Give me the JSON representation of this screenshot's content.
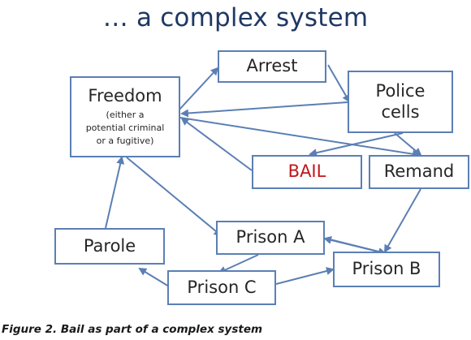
{
  "title": "… a complex system",
  "nodes": {
    "freedom": {
      "label": "Freedom",
      "sub": [
        "(either a",
        "potential criminal",
        "or a fugitive)"
      ]
    },
    "arrest": {
      "label": "Arrest"
    },
    "police": {
      "label": [
        "Police",
        "cells"
      ]
    },
    "bail": {
      "label": "BAIL"
    },
    "remand": {
      "label": "Remand"
    },
    "parole": {
      "label": "Parole"
    },
    "prison_a": {
      "label": "Prison A"
    },
    "prison_b": {
      "label": "Prison B"
    },
    "prison_c": {
      "label": "Prison C"
    }
  },
  "colors": {
    "border": "#5b7fb4",
    "arrow": "#5b7fb4",
    "bail_text": "#c0161c",
    "title": "#1f3864"
  },
  "caption": "Figure 2. Bail as part of a complex system"
}
